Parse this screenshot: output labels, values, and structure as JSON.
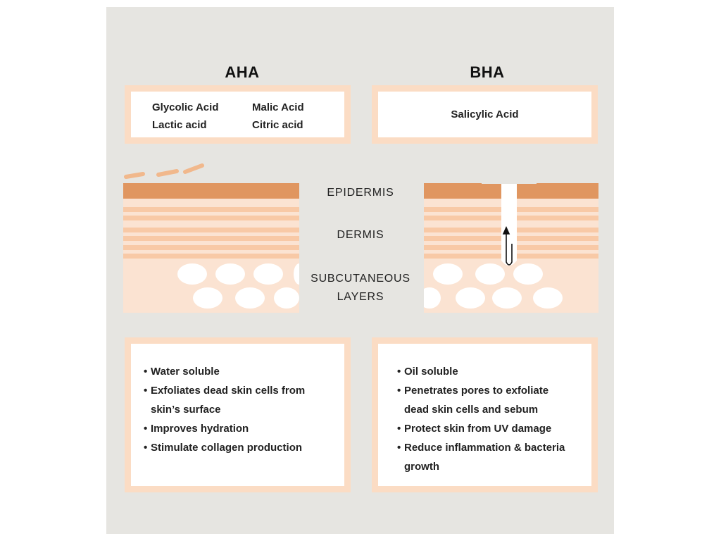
{
  "columns": {
    "aha": {
      "title": "AHA",
      "acids": [
        "Glycolic Acid",
        "Malic Acid",
        "Lactic acid",
        "Citric acid"
      ],
      "benefits": [
        "Water soluble",
        "Exfoliates dead skin cells from skin’s surface",
        "Improves hydration",
        "Stimulate collagen production"
      ]
    },
    "bha": {
      "title": "BHA",
      "acids": [
        "Salicylic Acid"
      ],
      "benefits": [
        "Oil soluble",
        "Penetrates pores to exfoliate dead skin cells and sebum",
        "Protect skin from UV damage",
        "Reduce inflammation & bacteria growth"
      ]
    }
  },
  "layers": {
    "epidermis": "EPIDERMIS",
    "dermis": "DERMIS",
    "subcutaneous_line1": "SUBCUTANEOUS",
    "subcutaneous_line2": "LAYERS"
  },
  "colors": {
    "background": "#e6e5e1",
    "box_border": "#fbdcc4",
    "epidermis": "#e09660",
    "dermis_stripe": "#f8c9a6",
    "subcutaneous": "#fbe3d2",
    "fat_cell": "#ffffff"
  },
  "icons": {
    "aha_flakes": "dashed-curve-flakes",
    "bha_pore_arrow": "up-arrow"
  }
}
